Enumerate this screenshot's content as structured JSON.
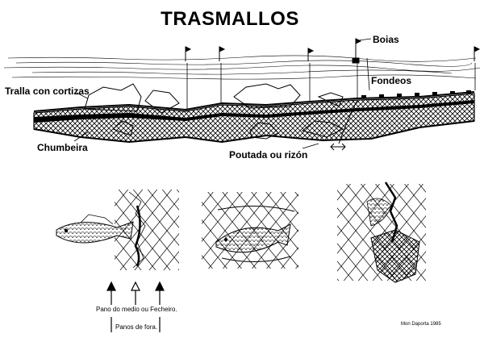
{
  "title": "TRASMALLOS",
  "labels": {
    "boias": "Boias",
    "fondeos": "Fondeos",
    "tralla": "Tralla con cortizas",
    "chumbeira": "Chumbeira",
    "poutada": "Poutada ou rizón",
    "pano_medio": "Pano do medio ou Fecheiro.",
    "panos_fora": "Panos de fora.",
    "credit": "Mon Daporta 1985"
  },
  "colors": {
    "ink": "#000000",
    "paper": "#ffffff"
  }
}
